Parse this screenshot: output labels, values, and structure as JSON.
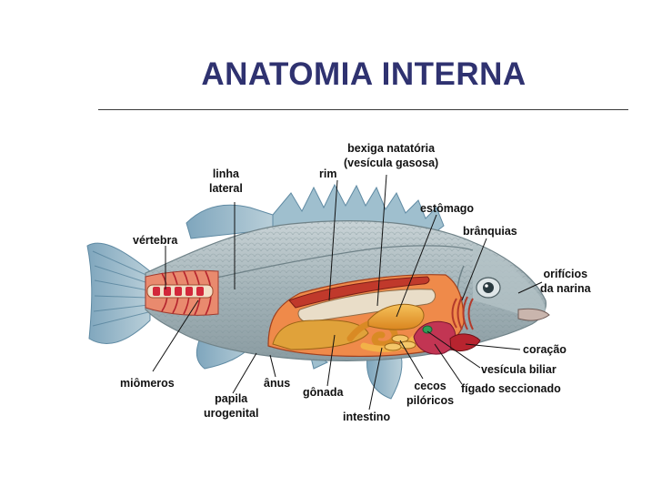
{
  "title": "ANATOMIA INTERNA",
  "labels": {
    "linha": [
      "linha",
      "lateral"
    ],
    "rim": "rim",
    "bexiga": [
      "bexiga  natatória",
      "(vesícula gasosa)"
    ],
    "estomago": "estômago",
    "branquias": "brânquias",
    "vertebra": "vértebra",
    "orificios": [
      "orifícios",
      "da narina"
    ],
    "coracao": "coração",
    "vesicula": "vesícula biliar",
    "miomeros": "miômeros",
    "anus": "ânus",
    "cecos": [
      "cecos",
      "pilóricos"
    ],
    "figado": "fígado seccionado",
    "papila": [
      "papila",
      "urogenital"
    ],
    "gonada": "gônada",
    "intestino": "intestino"
  },
  "colors": {
    "title": "#2f3270",
    "body": "#9fb1b8",
    "fins": "#8fb3c6",
    "flesh": "#e06a3a",
    "vertebra": "#d2283a",
    "organs": "#e8a23a"
  }
}
